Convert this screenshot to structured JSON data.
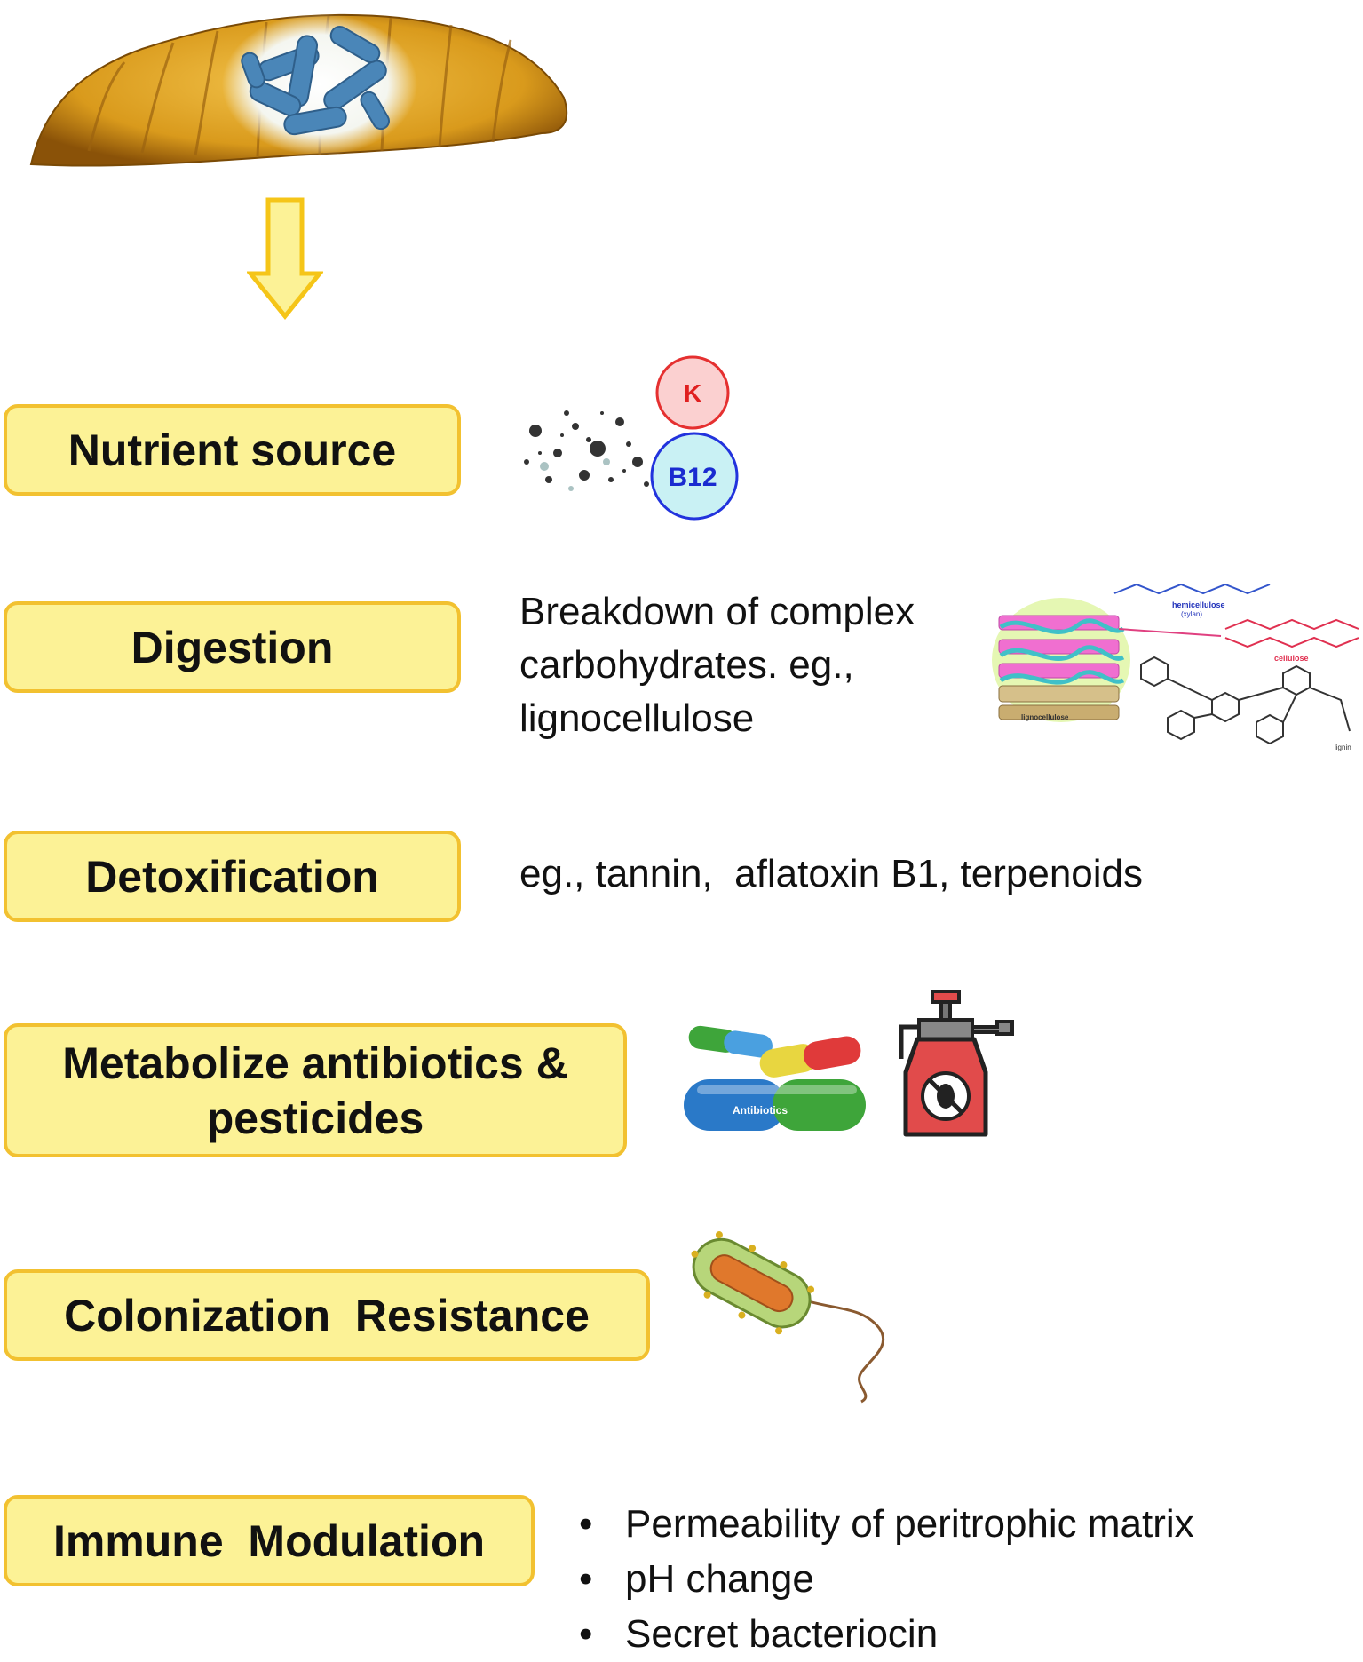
{
  "boxes": {
    "nutrient": "Nutrient source",
    "digestion": "Digestion",
    "detox": "Detoxification",
    "metabolize_line1": "Metabolize antibiotics &",
    "metabolize_line2": "pesticides",
    "colonization": "Colonization  Resistance",
    "immune": "Immune  Modulation"
  },
  "nutrient_vitamins": {
    "k": "K",
    "b12": "B12"
  },
  "digestion_desc": {
    "line1": "Breakdown of complex",
    "line2": "carbohydrates. eg.,",
    "line3": "lignocellulose"
  },
  "lignocellulose_labels": {
    "hemicellulose": "hemicellulose",
    "xylan": "(xylan)",
    "cellulose": "cellulose",
    "lignocellulose": "lignocellulose",
    "lignin": "lignin"
  },
  "detox_desc": "eg., tannin,  aflatoxin B1, terpenoids",
  "antibiotics_label": "Antibiotics",
  "immune_points": [
    "Permeability of peritrophic matrix",
    "pH change",
    "Secret bacteriocin"
  ],
  "colors": {
    "box_fill": "#fcf296",
    "box_border": "#f2c130",
    "arrow_fill": "#fcf296",
    "arrow_stroke": "#f5c518",
    "vitamin_k_fill": "#fbd0d0",
    "vitamin_k_stroke": "#e53030",
    "vitamin_b12_fill": "#c9f1f4",
    "vitamin_b12_stroke": "#2233dd",
    "larva": "#d49a1c",
    "bacteria": "#4a86b8",
    "sprayer": "#e14b4b"
  },
  "icons": [
    "larva-with-gut-bacteria",
    "down-arrow-icon",
    "vitamin-k-icon",
    "vitamin-b12-icon",
    "capsule-pills-icon",
    "pesticide-sprayer-icon",
    "bacterium-icon",
    "lignocellulose-structure"
  ]
}
